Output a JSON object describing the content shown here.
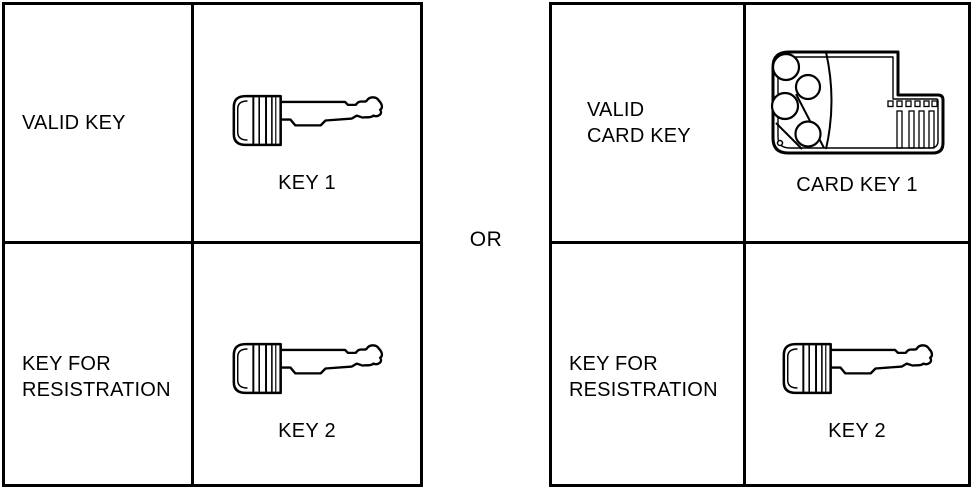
{
  "diagram": {
    "connector_label": "OR",
    "colors": {
      "line": "#000000",
      "background": "#ffffff"
    }
  },
  "tables": [
    {
      "name": "key-registration-option-a",
      "rows": [
        {
          "label": [
            "VALID KEY"
          ],
          "icon": "key-icon",
          "caption": "KEY 1"
        },
        {
          "label": [
            "KEY FOR",
            "RESISTRATION"
          ],
          "icon": "key-icon",
          "caption": "KEY 2"
        }
      ]
    },
    {
      "name": "key-registration-option-b",
      "rows": [
        {
          "label": [
            "VALID",
            "CARD KEY"
          ],
          "icon": "card-key-icon",
          "caption": "CARD KEY 1"
        },
        {
          "label": [
            "KEY FOR",
            "RESISTRATION"
          ],
          "icon": "key-icon",
          "caption": "KEY 2"
        }
      ]
    }
  ]
}
